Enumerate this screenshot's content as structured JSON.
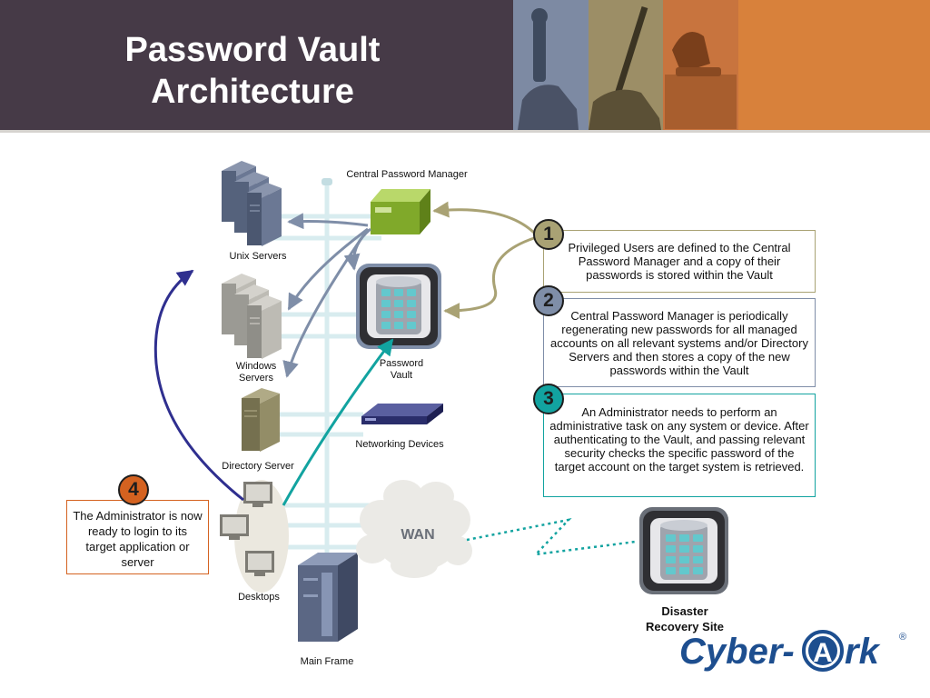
{
  "title": "Password Vault Architecture",
  "labels": {
    "central_password_manager": "Central Password Manager",
    "unix_servers": "Unix Servers",
    "windows_servers": "Windows Servers",
    "directory_server": "Directory Server",
    "password_vault": "Password Vault",
    "networking_devices": "Networking Devices",
    "desktops": "Desktops",
    "main_frame": "Main Frame",
    "wan": "WAN",
    "disaster_recovery_site": "Disaster Recovery Site"
  },
  "steps": [
    {
      "number": "1",
      "text": "Privileged Users are defined to the Central Password Manager and a copy of their passwords is stored within the Vault"
    },
    {
      "number": "2",
      "text": "Central Password Manager is periodically regenerating new passwords for all managed accounts on all relevant systems and/or Directory Servers and then stores a copy of the new passwords within the Vault"
    },
    {
      "number": "3",
      "text": "An Administrator needs to perform an administrative task on any system or device. After authenticating to the Vault, and passing relevant security checks the specific password of the target account on the target system is retrieved."
    },
    {
      "number": "4",
      "text": "The Administrator is now ready to login to its target application or server"
    }
  ],
  "logo": {
    "text_left": "Cyber-",
    "text_letter": "A",
    "text_right": "rk",
    "registered": "®"
  },
  "colors": {
    "header": "#463a47",
    "step1": "#a9a274",
    "step2": "#7f8ea8",
    "step3": "#12a3a0",
    "step4": "#d46220",
    "backbone": "#d8ecef",
    "logo_blue": "#1d4e8f"
  }
}
